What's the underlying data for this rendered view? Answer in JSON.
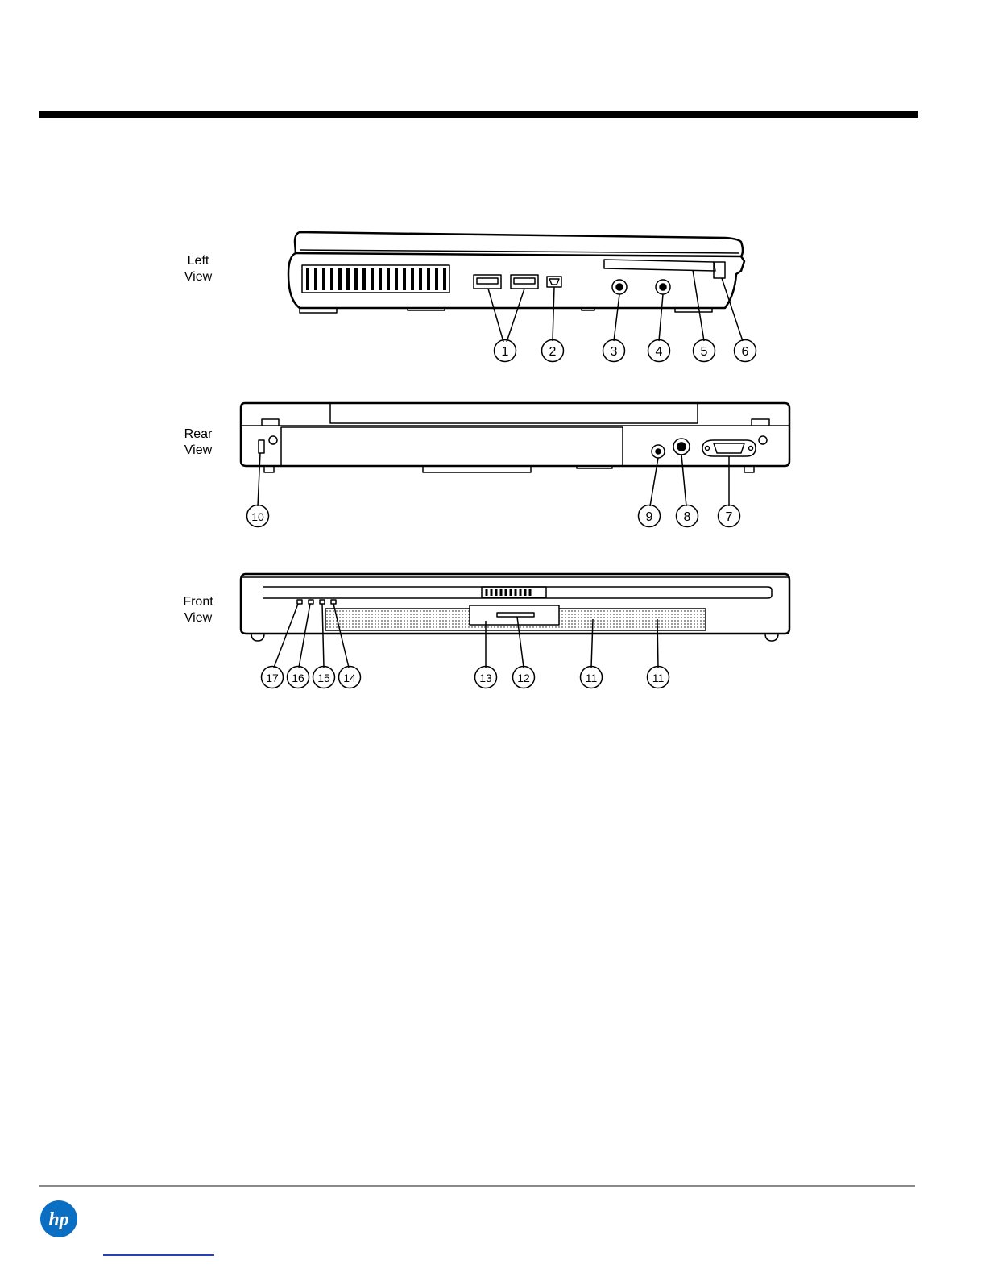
{
  "brand": {
    "logo_icon": "hp-logo-icon",
    "logo_text": "hp"
  },
  "views": {
    "left": {
      "line1": "Left",
      "line2": "View",
      "callouts": [
        "1",
        "2",
        "3",
        "4",
        "5",
        "6"
      ]
    },
    "rear": {
      "line1": "Rear",
      "line2": "View",
      "callouts": [
        "10",
        "9",
        "8",
        "7"
      ]
    },
    "front": {
      "line1": "Front",
      "line2": "View",
      "callouts": [
        "17",
        "16",
        "15",
        "14",
        "13",
        "12",
        "11",
        "11"
      ]
    }
  }
}
